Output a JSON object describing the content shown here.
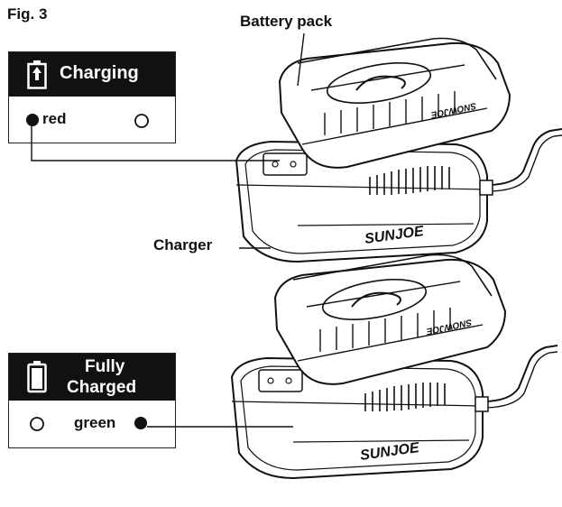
{
  "figure": {
    "title": "Fig. 3"
  },
  "labels": {
    "battery_pack": "Battery pack",
    "charger": "Charger"
  },
  "charging_panel": {
    "title": "Charging",
    "indicator_left": "red",
    "icon": "battery-charging-icon"
  },
  "full_panel": {
    "title_line1": "Fully",
    "title_line2": "Charged",
    "indicator_right": "green",
    "icon": "battery-full-icon"
  },
  "device": {
    "brand": "SUNJOE",
    "pack_mark": "SNOWJOE"
  },
  "colors": {
    "ink": "#111111",
    "paper": "#ffffff"
  }
}
